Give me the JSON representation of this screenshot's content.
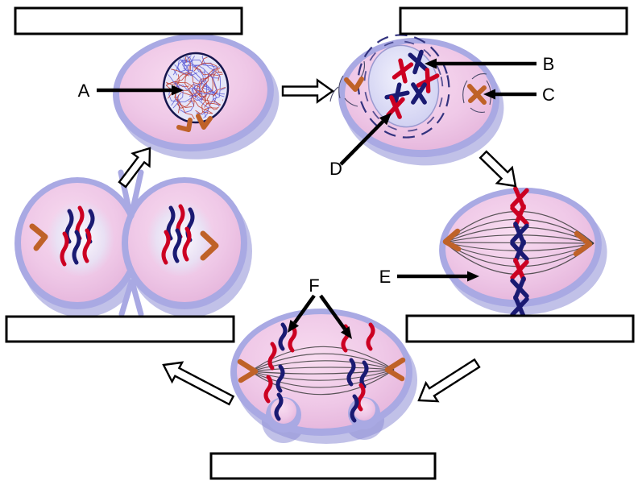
{
  "diagram": {
    "kind": "cell-division-cycle",
    "stage_count": 5
  },
  "labels": {
    "a": "A",
    "b": "B",
    "c": "C",
    "d": "D",
    "e": "E",
    "f": "F"
  },
  "answer_boxes": [
    {
      "id": "top-left",
      "value": ""
    },
    {
      "id": "top-right",
      "value": ""
    },
    {
      "id": "middle-left",
      "value": ""
    },
    {
      "id": "middle-right",
      "value": ""
    },
    {
      "id": "bottom-center",
      "value": ""
    }
  ],
  "colors": {
    "membrane": "#a9a9e3",
    "membrane_shadow": "#8e8ed6",
    "cytoplasm_light": "#f8dcf0",
    "cytoplasm_mid": "#eec6e6",
    "cytoplasm_dark": "#e2afd8",
    "nucleus_fill": "#e6e6f8",
    "nucleus_outline": "#16164e",
    "chromosome_red": "#cc0022",
    "chromosome_blue": "#1a1a72",
    "chromatin_red": "#c0392b",
    "chromatin_blue": "#5b5bd6",
    "centriole": "#bf6228",
    "spindle_fiber": "#3c3c3c",
    "aster": "#4a4a6a",
    "envelope_dash": "#32327e",
    "label_color": "#000000",
    "box_border": "#000000",
    "box_fill": "#ffffff",
    "arrow_fill": "#ffffff",
    "arrow_outline": "#000000"
  }
}
